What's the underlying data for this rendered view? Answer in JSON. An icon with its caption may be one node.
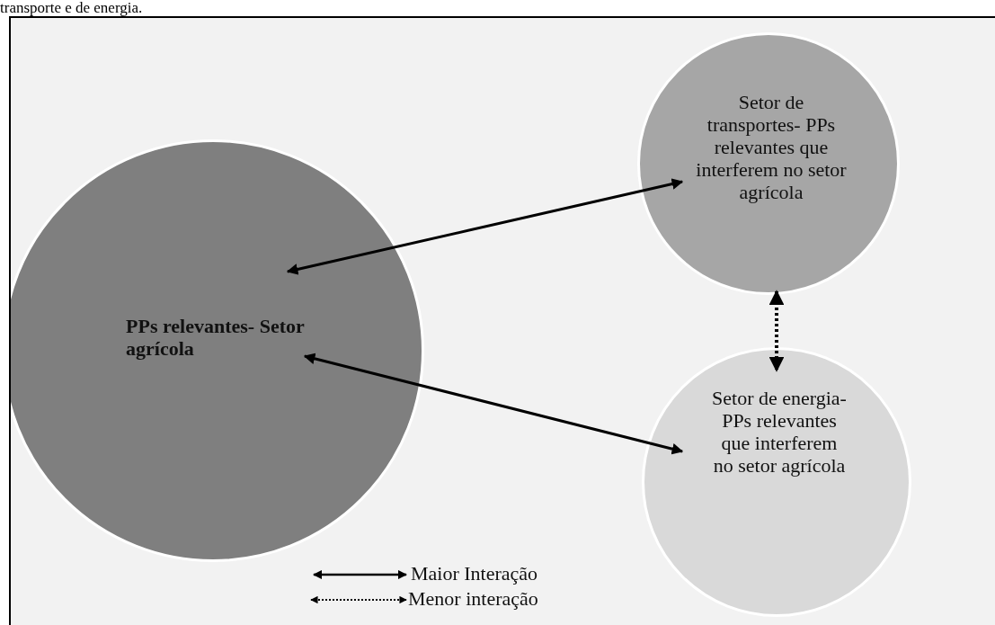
{
  "diagram": {
    "caption": "transporte e de energia.",
    "nodes": [
      {
        "text": [
          "PPs relevantes- Setor agrícola"
        ]
      },
      {
        "text": [
          "Setor de transportes- PPs relevantes que interferem no setor agrícola"
        ]
      },
      {
        "text": [
          "Setor de energia- PPs relevantes que interferem no setor agrícola"
        ]
      }
    ],
    "edges": [
      {
        "from": 0,
        "to": 1,
        "arrow": "both"
      },
      {
        "from": 0,
        "to": 2,
        "arrow": "both"
      },
      {
        "from": 1,
        "to": 2,
        "arrow": "both",
        "style": "dashed"
      }
    ],
    "legend": [
      {
        "text": "Maior Interação"
      },
      {
        "text": "Menor interação"
      }
    ]
  }
}
